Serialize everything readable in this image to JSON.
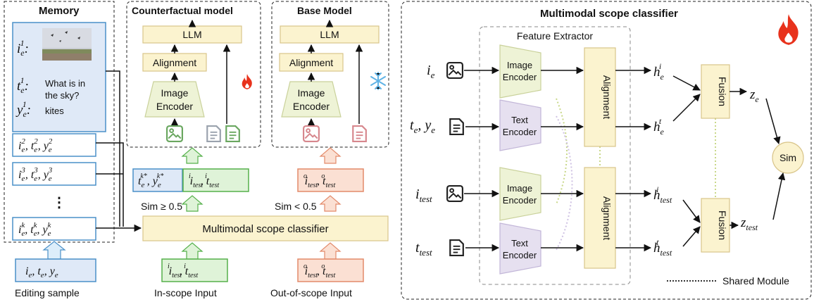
{
  "memory": {
    "title": "Memory",
    "entry1": {
      "image_label": "i_e^1:",
      "text_label": "t_e^1:",
      "text_line1": "What is in",
      "text_line2": "the sky?",
      "label_label": "y_e^1:",
      "label_value": "kites"
    },
    "entries": [
      "i_e^2, t_e^2, y_e^2",
      "i_e^3, t_e^3, y_e^3",
      "i_e^k, t_e^k, y_e^k"
    ],
    "ellipsis": "⋮"
  },
  "editing_sample": {
    "value": "i_e, t_e, y_e",
    "caption": "Editing sample"
  },
  "in_scope": {
    "value": "i_test^i, t_test^i",
    "caption": "In-scope Input"
  },
  "out_scope": {
    "value": "i_test^o, t_test^o",
    "caption": "Out-of-scope Input"
  },
  "classifier_box": {
    "label": "Multimodal scope classifier"
  },
  "sim_high": "Sim ≥ 0.5",
  "sim_low": "Sim < 0.5",
  "selected_memory": "t_e^k*, y_e^k*",
  "selected_test": "i_test^i, t_test^i",
  "selected_out": "i_test^o, t_test^o",
  "counterfactual": {
    "title": "Counterfactual model",
    "llm": "LLM",
    "alignment": "Alignment",
    "encoder_line1": "Image",
    "encoder_line2": "Encoder",
    "state_icon": "flame-icon"
  },
  "base": {
    "title": "Base Model",
    "llm": "LLM",
    "alignment": "Alignment",
    "encoder_line1": "Image",
    "encoder_line2": "Encoder",
    "state_icon": "snowflake-icon"
  },
  "classifier": {
    "title": "Multimodal scope classifier",
    "feature_extractor": "Feature Extractor",
    "image_encoder_line1": "Image",
    "image_encoder_line2": "Encoder",
    "text_encoder_line1": "Text",
    "text_encoder_line2": "Encoder",
    "alignment": "Alignment",
    "fusion": "Fusion",
    "sim": "Sim",
    "inputs": {
      "i_e": "i_e",
      "t_e_y_e": "t_e, y_e",
      "i_test": "i_test",
      "t_test": "t_test"
    },
    "features": {
      "h_e_i": "h_e^i",
      "h_e_t": "h_e^t",
      "h_test_i": "h_test^i",
      "h_test_t": "h_test^t"
    },
    "outputs": {
      "z_e": "z_e",
      "z_test": "z_test"
    },
    "legend": "Shared Module",
    "state_icon": "flame-icon"
  },
  "colors": {
    "box_yellow": "#fbf3cf",
    "box_yellow_stroke": "#d9c58a",
    "encoder_green": "#eef3d6",
    "encoder_purple": "#e6e0f0",
    "memory_blue": "#dfe9f7",
    "memory_blue_stroke": "#4a90c8",
    "green_fill": "#dff3d8",
    "green_stroke": "#55b04a",
    "orange_fill": "#fbe0d3",
    "orange_stroke": "#e38a6a",
    "flame": "#e8321c",
    "snowflake": "#5fb3e6"
  }
}
